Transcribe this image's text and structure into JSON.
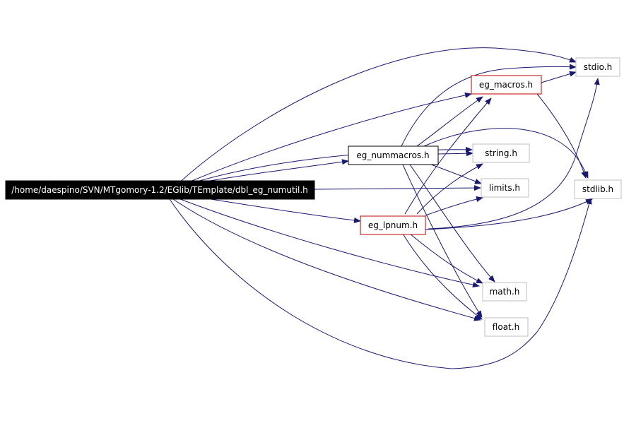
{
  "colors": {
    "edge": "#191970",
    "root_fill": "#000000",
    "root_text": "#ffffff",
    "documented_border": "#000000",
    "linked_border": "#bf0000",
    "external_border": "#bfbfbf"
  },
  "nodes": {
    "root": "/home/daespino/SVN/MTgomory-1.2/EGlib/TEmplate/dbl_eg_numutil.h",
    "eg_nummacros": "eg_nummacros.h",
    "eg_macros": "eg_macros.h",
    "eg_lpnum": "eg_lpnum.h",
    "stdio": "stdio.h",
    "string": "string.h",
    "limits": "limits.h",
    "stdlib": "stdlib.h",
    "math": "math.h",
    "float": "float.h"
  }
}
